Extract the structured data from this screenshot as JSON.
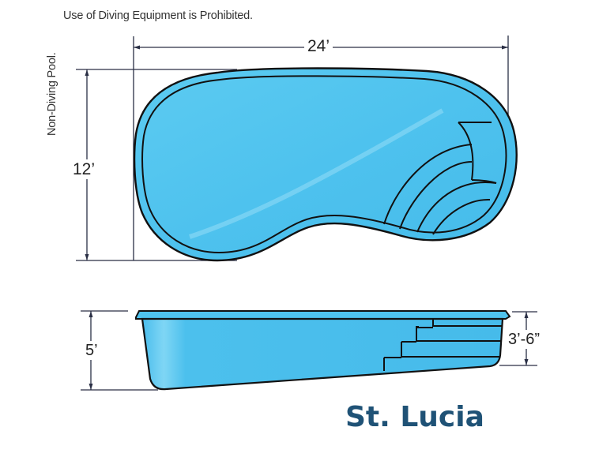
{
  "warning_text": "Use of Diving Equipment is Prohibited.",
  "side_label": "Non-Diving Pool.",
  "dimensions": {
    "length": "24’",
    "width": "12’",
    "deep_end_depth": "5’",
    "shallow_end_depth": "3’-6”"
  },
  "model_name": "St. Lucia",
  "views": {
    "top": "plan-view",
    "side": "profile-view",
    "steps_count": 4
  },
  "colors": {
    "water": "#4fc3ee",
    "water_highlight": "#8fdcf7",
    "outline": "#111111",
    "dimension_line": "#2a2f45",
    "title": "#1f5276"
  }
}
